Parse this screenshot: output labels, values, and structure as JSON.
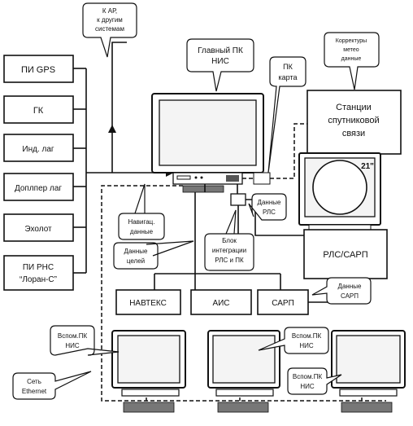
{
  "left_devices": [
    "ПИ GPS",
    "ГК",
    "Инд. лаг",
    "Доплпер лаг",
    "Эхолот",
    "ПИ РНС",
    "“Лоран-С”"
  ],
  "callouts": {
    "to_ap": [
      "К АР,",
      "к другим",
      "системам"
    ],
    "main_pc": [
      "Главный ПК",
      "НИС"
    ],
    "pc_map": [
      "ПК",
      "карта"
    ],
    "meteo": [
      "Корректуры",
      "метео",
      "данные"
    ],
    "radar_data": [
      "Данные",
      "РЛС"
    ],
    "nav_data": [
      "Навигац.",
      "данные"
    ],
    "target_data": [
      "Данные",
      "целей"
    ],
    "radar_block": [
      "Блок",
      "интеграции",
      "РЛС и ПК"
    ],
    "arpa_data": [
      "Данные",
      "САРП"
    ],
    "aux1": [
      "Вспом.ПК",
      "НИС"
    ],
    "aux2": [
      "Вспом.ПК",
      "НИС"
    ],
    "aux3": [
      "Вспом.ПК",
      "НИС"
    ],
    "ethernet": [
      "Сеть",
      "Ethernet"
    ]
  },
  "boxes": {
    "satcom": [
      "Станции",
      "спутниковой",
      "связи"
    ],
    "rls_sarp": "РЛС/САРП",
    "navtex": "НАВТЕКС",
    "ais": "АИС",
    "sarp": "САРП"
  },
  "monitor_size": "21\""
}
